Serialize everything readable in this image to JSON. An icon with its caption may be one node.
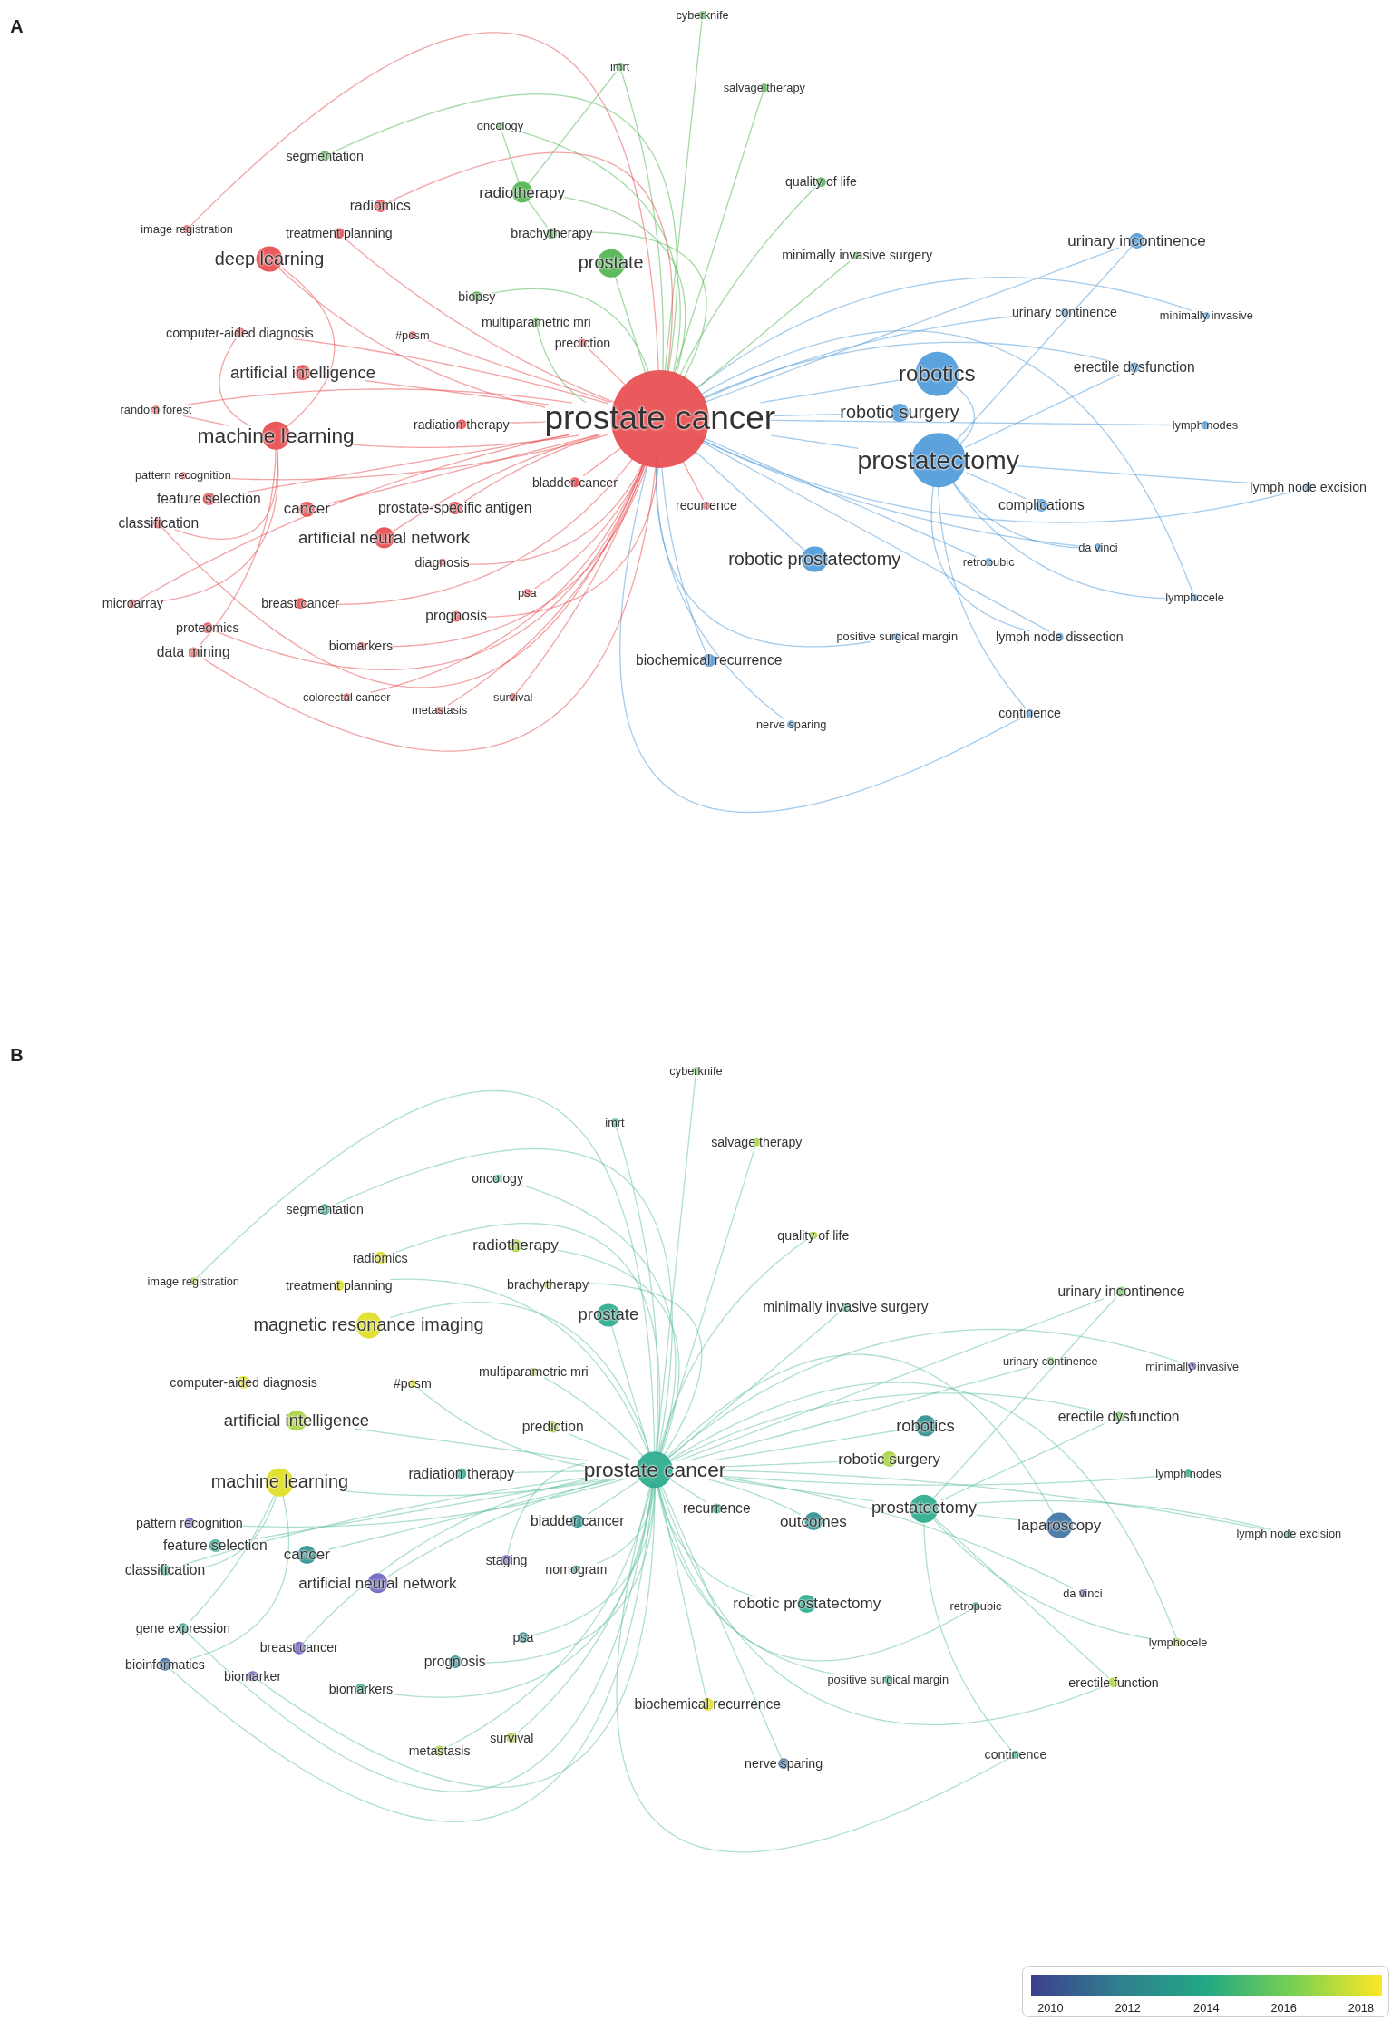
{
  "diagram": {
    "nodes": [
      {
        "text": [
          "prostate cancer"
        ]
      },
      {
        "text": [
          "prostatectomy"
        ]
      },
      {
        "text": [
          "robotics"
        ]
      },
      {
        "text": [
          "robotic surgery"
        ]
      },
      {
        "text": [
          "robotic prostatectomy"
        ]
      },
      {
        "text": [
          "complications"
        ]
      },
      {
        "text": [
          "urinary incontinence"
        ]
      },
      {
        "text": [
          "urinary continence"
        ]
      },
      {
        "text": [
          "minimally invasive"
        ]
      },
      {
        "text": [
          "erectile dysfunction"
        ]
      },
      {
        "text": [
          "lymph nodes"
        ]
      },
      {
        "text": [
          "lymph node excision"
        ]
      },
      {
        "text": [
          "da vinci"
        ]
      },
      {
        "text": [
          "retropubic"
        ]
      },
      {
        "text": [
          "lymphocele"
        ]
      },
      {
        "text": [
          "lymph node dissection"
        ]
      },
      {
        "text": [
          "positive surgical margin"
        ]
      },
      {
        "text": [
          "biochemical recurrence"
        ]
      },
      {
        "text": [
          "continence"
        ]
      },
      {
        "text": [
          "nerve sparing"
        ]
      },
      {
        "text": [
          "cyberknife"
        ]
      },
      {
        "text": [
          "imrt"
        ]
      },
      {
        "text": [
          "salvage therapy"
        ]
      },
      {
        "text": [
          "oncology"
        ]
      },
      {
        "text": [
          "segmentation"
        ]
      },
      {
        "text": [
          "quality of life"
        ]
      },
      {
        "text": [
          "radiotherapy"
        ]
      },
      {
        "text": [
          "radiomics"
        ]
      },
      {
        "text": [
          "brachytherapy"
        ]
      },
      {
        "text": [
          "treatment planning"
        ]
      },
      {
        "text": [
          "image registration"
        ]
      },
      {
        "text": [
          "deep learning"
        ]
      },
      {
        "text": [
          "prostate"
        ]
      },
      {
        "text": [
          "minimally invasive surgery"
        ]
      },
      {
        "text": [
          "biopsy"
        ]
      },
      {
        "text": [
          "multiparametric mri"
        ]
      },
      {
        "text": [
          "computer-aided diagnosis"
        ]
      },
      {
        "text": [
          "#pcsm"
        ]
      },
      {
        "text": [
          "artificial intelligence"
        ]
      },
      {
        "text": [
          "prediction"
        ]
      },
      {
        "text": [
          "random forest"
        ]
      },
      {
        "text": [
          "machine learning"
        ]
      },
      {
        "text": [
          "radiation therapy"
        ]
      },
      {
        "text": [
          "recurrence"
        ]
      },
      {
        "text": [
          "pattern recognition"
        ]
      },
      {
        "text": [
          "bladder cancer"
        ]
      },
      {
        "text": [
          "feature selection"
        ]
      },
      {
        "text": [
          "cancer"
        ]
      },
      {
        "text": [
          "prostate-specific antigen"
        ]
      },
      {
        "text": [
          "classification"
        ]
      },
      {
        "text": [
          "artificial neural network"
        ]
      },
      {
        "text": [
          "diagnosis"
        ]
      },
      {
        "text": [
          "psa"
        ]
      },
      {
        "text": [
          "breast cancer"
        ]
      },
      {
        "text": [
          "microarray"
        ]
      },
      {
        "text": [
          "prognosis"
        ]
      },
      {
        "text": [
          "proteomics"
        ]
      },
      {
        "text": [
          "biomarkers"
        ]
      },
      {
        "text": [
          "data mining"
        ]
      },
      {
        "text": [
          "colorectal cancer"
        ]
      },
      {
        "text": [
          "metastasis"
        ]
      },
      {
        "text": [
          "survival"
        ]
      },
      {
        "text": [
          "prostate cancer"
        ]
      },
      {
        "text": [
          "prostatectomy"
        ]
      },
      {
        "text": [
          "robotics"
        ]
      },
      {
        "text": [
          "robotic surgery"
        ]
      },
      {
        "text": [
          "robotic prostatectomy"
        ]
      },
      {
        "text": [
          "outcomes"
        ]
      },
      {
        "text": [
          "laparoscopy"
        ]
      },
      {
        "text": [
          "urinary incontinence"
        ]
      },
      {
        "text": [
          "urinary continence"
        ]
      },
      {
        "text": [
          "minimally invasive"
        ]
      },
      {
        "text": [
          "erectile dysfunction"
        ]
      },
      {
        "text": [
          "lymph nodes"
        ]
      },
      {
        "text": [
          "lymph node excision"
        ]
      },
      {
        "text": [
          "da vinci"
        ]
      },
      {
        "text": [
          "retropubic"
        ]
      },
      {
        "text": [
          "lymphocele"
        ]
      },
      {
        "text": [
          "erectile function"
        ]
      },
      {
        "text": [
          "positive surgical margin"
        ]
      },
      {
        "text": [
          "biochemical recurrence"
        ]
      },
      {
        "text": [
          "continence"
        ]
      },
      {
        "text": [
          "nerve sparing"
        ]
      },
      {
        "text": [
          "cyberknife"
        ]
      },
      {
        "text": [
          "imrt"
        ]
      },
      {
        "text": [
          "salvage therapy"
        ]
      },
      {
        "text": [
          "oncology"
        ]
      },
      {
        "text": [
          "segmentation"
        ]
      },
      {
        "text": [
          "quality of life"
        ]
      },
      {
        "text": [
          "radiotherapy"
        ]
      },
      {
        "text": [
          "radiomics"
        ]
      },
      {
        "text": [
          "brachytherapy"
        ]
      },
      {
        "text": [
          "image registration"
        ]
      },
      {
        "text": [
          "treatment planning"
        ]
      },
      {
        "text": [
          "magnetic resonance imaging"
        ]
      },
      {
        "text": [
          "prostate"
        ]
      },
      {
        "text": [
          "minimally invasive surgery"
        ]
      },
      {
        "text": [
          "multiparametric mri"
        ]
      },
      {
        "text": [
          "computer-aided diagnosis"
        ]
      },
      {
        "text": [
          "#pcsm"
        ]
      },
      {
        "text": [
          "artificial intelligence"
        ]
      },
      {
        "text": [
          "prediction"
        ]
      },
      {
        "text": [
          "radiation therapy"
        ]
      },
      {
        "text": [
          "machine learning"
        ]
      },
      {
        "text": [
          "recurrence"
        ]
      },
      {
        "text": [
          "pattern recognition"
        ]
      },
      {
        "text": [
          "bladder cancer"
        ]
      },
      {
        "text": [
          "feature selection"
        ]
      },
      {
        "text": [
          "cancer"
        ]
      },
      {
        "text": [
          "staging"
        ]
      },
      {
        "text": [
          "nomogram"
        ]
      },
      {
        "text": [
          "classification"
        ]
      },
      {
        "text": [
          "artificial neural network"
        ]
      },
      {
        "text": [
          "gene expression"
        ]
      },
      {
        "text": [
          "breast cancer"
        ]
      },
      {
        "text": [
          "psa"
        ]
      },
      {
        "text": [
          "bioinformatics"
        ]
      },
      {
        "text": [
          "biomarker"
        ]
      },
      {
        "text": [
          "prognosis"
        ]
      },
      {
        "text": [
          "biomarkers"
        ]
      },
      {
        "text": [
          "survival"
        ]
      },
      {
        "text": [
          "metastasis"
        ]
      }
    ],
    "edges": [
      {
        "from": 0,
        "to": 1,
        "arrow": "none",
        "color": "#4a98d8"
      },
      {
        "from": 0,
        "to": 2,
        "arrow": "none",
        "color": "#4a98d8"
      },
      {
        "from": 0,
        "to": 3,
        "arrow": "none",
        "color": "#4a98d8"
      },
      {
        "from": 0,
        "to": 4,
        "arrow": "none",
        "color": "#4a98d8"
      },
      {
        "from": 0,
        "to": 6,
        "arrow": "none",
        "color": "#4a98d8"
      },
      {
        "from": 0,
        "to": 7,
        "arrow": "none",
        "color": "#4a98d8"
      },
      {
        "from": 0,
        "to": 8,
        "arrow": "none",
        "color": "#4a98d8"
      },
      {
        "from": 0,
        "to": 9,
        "arrow": "none",
        "color": "#4a98d8"
      },
      {
        "from": 0,
        "to": 10,
        "arrow": "none",
        "color": "#4a98d8"
      },
      {
        "from": 0,
        "to": 11,
        "arrow": "none",
        "color": "#4a98d8"
      },
      {
        "from": 0,
        "to": 12,
        "arrow": "none",
        "color": "#4a98d8"
      },
      {
        "from": 0,
        "to": 13,
        "arrow": "none",
        "color": "#4a98d8"
      },
      {
        "from": 0,
        "to": 14,
        "arrow": "none",
        "color": "#4a98d8"
      },
      {
        "from": 0,
        "to": 15,
        "arrow": "none",
        "color": "#4a98d8"
      },
      {
        "from": 0,
        "to": 16,
        "arrow": "none",
        "color": "#4a98d8"
      },
      {
        "from": 0,
        "to": 17,
        "arrow": "none",
        "color": "#4a98d8"
      },
      {
        "from": 0,
        "to": 18,
        "arrow": "none",
        "color": "#4a98d8"
      },
      {
        "from": 0,
        "to": 19,
        "arrow": "none",
        "color": "#4a98d8"
      },
      {
        "from": 0,
        "to": 20,
        "arrow": "none",
        "color": "#4cb34a"
      },
      {
        "from": 0,
        "to": 21,
        "arrow": "none",
        "color": "#4cb34a"
      },
      {
        "from": 0,
        "to": 22,
        "arrow": "none",
        "color": "#4cb34a"
      },
      {
        "from": 0,
        "to": 23,
        "arrow": "none",
        "color": "#4cb34a"
      },
      {
        "from": 0,
        "to": 24,
        "arrow": "none",
        "color": "#4cb34a"
      },
      {
        "from": 0,
        "to": 25,
        "arrow": "none",
        "color": "#4cb34a"
      },
      {
        "from": 0,
        "to": 26,
        "arrow": "none",
        "color": "#4cb34a"
      },
      {
        "from": 0,
        "to": 27,
        "arrow": "none",
        "color": "#e8474a"
      },
      {
        "from": 0,
        "to": 28,
        "arrow": "none",
        "color": "#4cb34a"
      },
      {
        "from": 0,
        "to": 29,
        "arrow": "none",
        "color": "#e8474a"
      },
      {
        "from": 0,
        "to": 30,
        "arrow": "none",
        "color": "#e8474a"
      },
      {
        "from": 0,
        "to": 31,
        "arrow": "none",
        "color": "#e8474a"
      },
      {
        "from": 0,
        "to": 32,
        "arrow": "none",
        "color": "#4cb34a"
      },
      {
        "from": 0,
        "to": 33,
        "arrow": "none",
        "color": "#4cb34a"
      },
      {
        "from": 0,
        "to": 34,
        "arrow": "none",
        "color": "#4cb34a"
      },
      {
        "from": 0,
        "to": 35,
        "arrow": "none",
        "color": "#4cb34a"
      },
      {
        "from": 0,
        "to": 36,
        "arrow": "none",
        "color": "#e8474a"
      },
      {
        "from": 0,
        "to": 37,
        "arrow": "none",
        "color": "#e8474a"
      },
      {
        "from": 0,
        "to": 38,
        "arrow": "none",
        "color": "#e8474a"
      },
      {
        "from": 0,
        "to": 39,
        "arrow": "none",
        "color": "#e8474a"
      },
      {
        "from": 0,
        "to": 40,
        "arrow": "none",
        "color": "#e8474a"
      },
      {
        "from": 0,
        "to": 41,
        "arrow": "none",
        "color": "#e8474a"
      },
      {
        "from": 0,
        "to": 42,
        "arrow": "none",
        "color": "#e8474a"
      },
      {
        "from": 0,
        "to": 43,
        "arrow": "none",
        "color": "#e8474a"
      },
      {
        "from": 0,
        "to": 44,
        "arrow": "none",
        "color": "#e8474a"
      },
      {
        "from": 0,
        "to": 45,
        "arrow": "none",
        "color": "#e8474a"
      },
      {
        "from": 0,
        "to": 46,
        "arrow": "none",
        "color": "#e8474a"
      },
      {
        "from": 0,
        "to": 47,
        "arrow": "none",
        "color": "#e8474a"
      },
      {
        "from": 0,
        "to": 48,
        "arrow": "none",
        "color": "#e8474a"
      },
      {
        "from": 0,
        "to": 49,
        "arrow": "none",
        "color": "#e8474a"
      },
      {
        "from": 0,
        "to": 50,
        "arrow": "none",
        "color": "#e8474a"
      },
      {
        "from": 0,
        "to": 51,
        "arrow": "none",
        "color": "#e8474a"
      },
      {
        "from": 0,
        "to": 52,
        "arrow": "none",
        "color": "#e8474a"
      },
      {
        "from": 0,
        "to": 53,
        "arrow": "none",
        "color": "#e8474a"
      },
      {
        "from": 0,
        "to": 54,
        "arrow": "none",
        "color": "#e8474a"
      },
      {
        "from": 0,
        "to": 55,
        "arrow": "none",
        "color": "#e8474a"
      },
      {
        "from": 0,
        "to": 56,
        "arrow": "none",
        "color": "#e8474a"
      },
      {
        "from": 0,
        "to": 57,
        "arrow": "none",
        "color": "#e8474a"
      },
      {
        "from": 0,
        "to": 58,
        "arrow": "none",
        "color": "#e8474a"
      },
      {
        "from": 0,
        "to": 59,
        "arrow": "none",
        "color": "#e8474a"
      },
      {
        "from": 0,
        "to": 60,
        "arrow": "none",
        "color": "#e8474a"
      },
      {
        "from": 0,
        "to": 61,
        "arrow": "none",
        "color": "#e8474a"
      },
      {
        "from": 1,
        "to": 2,
        "arrow": "none",
        "color": "#4a98d8"
      },
      {
        "from": 1,
        "to": 5,
        "arrow": "none",
        "color": "#4a98d8"
      },
      {
        "from": 1,
        "to": 6,
        "arrow": "none",
        "color": "#4a98d8"
      },
      {
        "from": 1,
        "to": 9,
        "arrow": "none",
        "color": "#4a98d8"
      },
      {
        "from": 1,
        "to": 11,
        "arrow": "none",
        "color": "#4a98d8"
      },
      {
        "from": 1,
        "to": 12,
        "arrow": "none",
        "color": "#4a98d8"
      },
      {
        "from": 1,
        "to": 14,
        "arrow": "none",
        "color": "#4a98d8"
      },
      {
        "from": 1,
        "to": 15,
        "arrow": "none",
        "color": "#4a98d8"
      },
      {
        "from": 1,
        "to": 18,
        "arrow": "none",
        "color": "#4a98d8"
      },
      {
        "from": 41,
        "to": 31,
        "arrow": "none",
        "color": "#e8474a"
      },
      {
        "from": 41,
        "to": 36,
        "arrow": "none",
        "color": "#e8474a"
      },
      {
        "from": 41,
        "to": 40,
        "arrow": "none",
        "color": "#e8474a"
      },
      {
        "from": 41,
        "to": 49,
        "arrow": "none",
        "color": "#e8474a"
      },
      {
        "from": 41,
        "to": 54,
        "arrow": "none",
        "color": "#e8474a"
      },
      {
        "from": 41,
        "to": 58,
        "arrow": "none",
        "color": "#e8474a"
      },
      {
        "from": 26,
        "to": 21,
        "arrow": "none",
        "color": "#4cb34a"
      },
      {
        "from": 26,
        "to": 23,
        "arrow": "none",
        "color": "#4cb34a"
      },
      {
        "from": 26,
        "to": 28,
        "arrow": "none",
        "color": "#4cb34a"
      },
      {
        "from": 62,
        "to": 63,
        "arrow": "none"
      },
      {
        "from": 62,
        "to": 64,
        "arrow": "none"
      },
      {
        "from": 62,
        "to": 65,
        "arrow": "none"
      },
      {
        "from": 62,
        "to": 66,
        "arrow": "none"
      },
      {
        "from": 62,
        "to": 67,
        "arrow": "none"
      },
      {
        "from": 62,
        "to": 68,
        "arrow": "none"
      },
      {
        "from": 62,
        "to": 69,
        "arrow": "none"
      },
      {
        "from": 62,
        "to": 70,
        "arrow": "none"
      },
      {
        "from": 62,
        "to": 71,
        "arrow": "none"
      },
      {
        "from": 62,
        "to": 72,
        "arrow": "none"
      },
      {
        "from": 62,
        "to": 73,
        "arrow": "none"
      },
      {
        "from": 62,
        "to": 74,
        "arrow": "none"
      },
      {
        "from": 62,
        "to": 75,
        "arrow": "none"
      },
      {
        "from": 62,
        "to": 76,
        "arrow": "none"
      },
      {
        "from": 62,
        "to": 77,
        "arrow": "none"
      },
      {
        "from": 62,
        "to": 78,
        "arrow": "none"
      },
      {
        "from": 62,
        "to": 79,
        "arrow": "none"
      },
      {
        "from": 62,
        "to": 80,
        "arrow": "none"
      },
      {
        "from": 62,
        "to": 81,
        "arrow": "none"
      },
      {
        "from": 62,
        "to": 82,
        "arrow": "none"
      },
      {
        "from": 62,
        "to": 83,
        "arrow": "none"
      },
      {
        "from": 62,
        "to": 84,
        "arrow": "none"
      },
      {
        "from": 62,
        "to": 85,
        "arrow": "none"
      },
      {
        "from": 62,
        "to": 86,
        "arrow": "none"
      },
      {
        "from": 62,
        "to": 87,
        "arrow": "none"
      },
      {
        "from": 62,
        "to": 88,
        "arrow": "none"
      },
      {
        "from": 62,
        "to": 89,
        "arrow": "none"
      },
      {
        "from": 62,
        "to": 90,
        "arrow": "none"
      },
      {
        "from": 62,
        "to": 91,
        "arrow": "none"
      },
      {
        "from": 62,
        "to": 92,
        "arrow": "none"
      },
      {
        "from": 62,
        "to": 93,
        "arrow": "none"
      },
      {
        "from": 62,
        "to": 94,
        "arrow": "none"
      },
      {
        "from": 62,
        "to": 95,
        "arrow": "none"
      },
      {
        "from": 62,
        "to": 96,
        "arrow": "none"
      },
      {
        "from": 62,
        "to": 97,
        "arrow": "none"
      },
      {
        "from": 62,
        "to": 99,
        "arrow": "none"
      },
      {
        "from": 62,
        "to": 100,
        "arrow": "none"
      },
      {
        "from": 62,
        "to": 101,
        "arrow": "none"
      },
      {
        "from": 62,
        "to": 102,
        "arrow": "none"
      },
      {
        "from": 62,
        "to": 103,
        "arrow": "none"
      },
      {
        "from": 62,
        "to": 104,
        "arrow": "none"
      },
      {
        "from": 62,
        "to": 105,
        "arrow": "none"
      },
      {
        "from": 62,
        "to": 106,
        "arrow": "none"
      },
      {
        "from": 62,
        "to": 107,
        "arrow": "none"
      },
      {
        "from": 62,
        "to": 108,
        "arrow": "none"
      },
      {
        "from": 62,
        "to": 109,
        "arrow": "none"
      },
      {
        "from": 62,
        "to": 110,
        "arrow": "none"
      },
      {
        "from": 62,
        "to": 111,
        "arrow": "none"
      },
      {
        "from": 62,
        "to": 112,
        "arrow": "none"
      },
      {
        "from": 62,
        "to": 113,
        "arrow": "none"
      },
      {
        "from": 62,
        "to": 114,
        "arrow": "none"
      },
      {
        "from": 62,
        "to": 115,
        "arrow": "none"
      },
      {
        "from": 62,
        "to": 116,
        "arrow": "none"
      },
      {
        "from": 62,
        "to": 117,
        "arrow": "none"
      },
      {
        "from": 62,
        "to": 118,
        "arrow": "none"
      },
      {
        "from": 62,
        "to": 119,
        "arrow": "none"
      },
      {
        "from": 62,
        "to": 120,
        "arrow": "none"
      },
      {
        "from": 62,
        "to": 121,
        "arrow": "none"
      },
      {
        "from": 63,
        "to": 68,
        "arrow": "none"
      },
      {
        "from": 63,
        "to": 69,
        "arrow": "none"
      },
      {
        "from": 63,
        "to": 72,
        "arrow": "none"
      },
      {
        "from": 63,
        "to": 74,
        "arrow": "none"
      },
      {
        "from": 63,
        "to": 77,
        "arrow": "none"
      },
      {
        "from": 63,
        "to": 78,
        "arrow": "none"
      },
      {
        "from": 63,
        "to": 81,
        "arrow": "none"
      },
      {
        "from": 103,
        "to": 111,
        "arrow": "none"
      },
      {
        "from": 103,
        "to": 113,
        "arrow": "none"
      },
      {
        "from": 103,
        "to": 116,
        "arrow": "none"
      }
    ],
    "labels": [
      "A",
      "B",
      "2010",
      "2012",
      "2014",
      "2016",
      "2018"
    ]
  }
}
